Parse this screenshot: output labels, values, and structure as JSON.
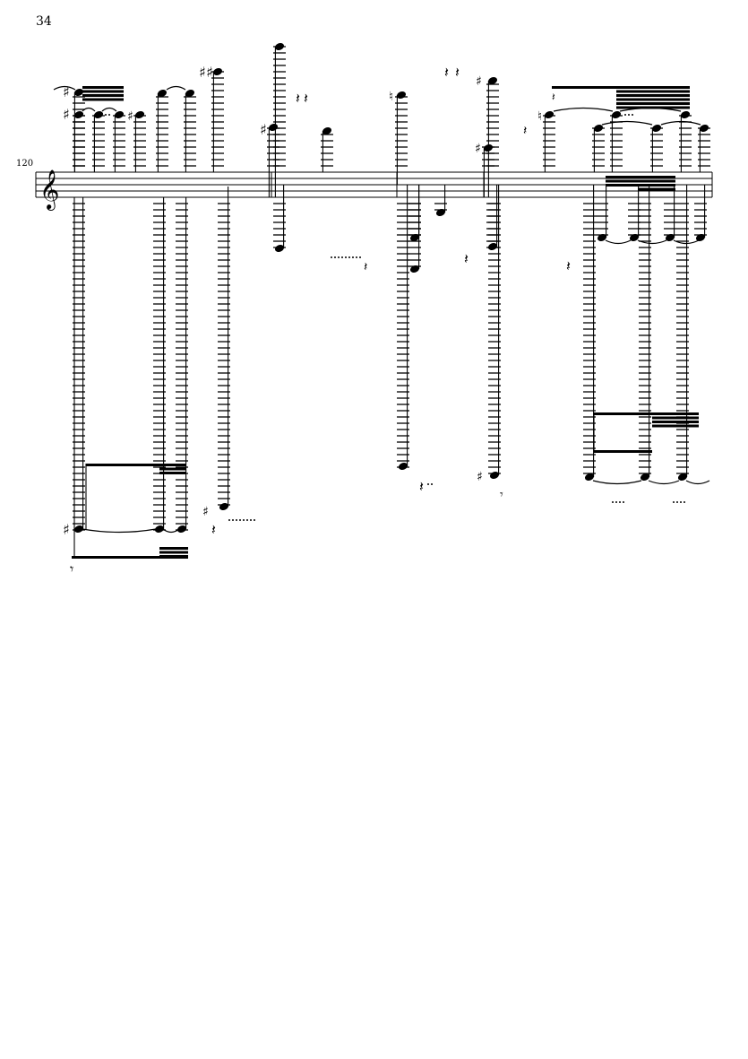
{
  "page": {
    "page_number": "34",
    "measure_number": "120"
  },
  "score": {
    "clef": "treble",
    "clef_glyph": "𝄞",
    "accidental_sharp_glyph": "♯",
    "accidental_natural_glyph": "♮",
    "quarter_rest_glyph": "𝄽",
    "eighth_rest_glyph": "𝄾",
    "ink_color": "#000000"
  }
}
